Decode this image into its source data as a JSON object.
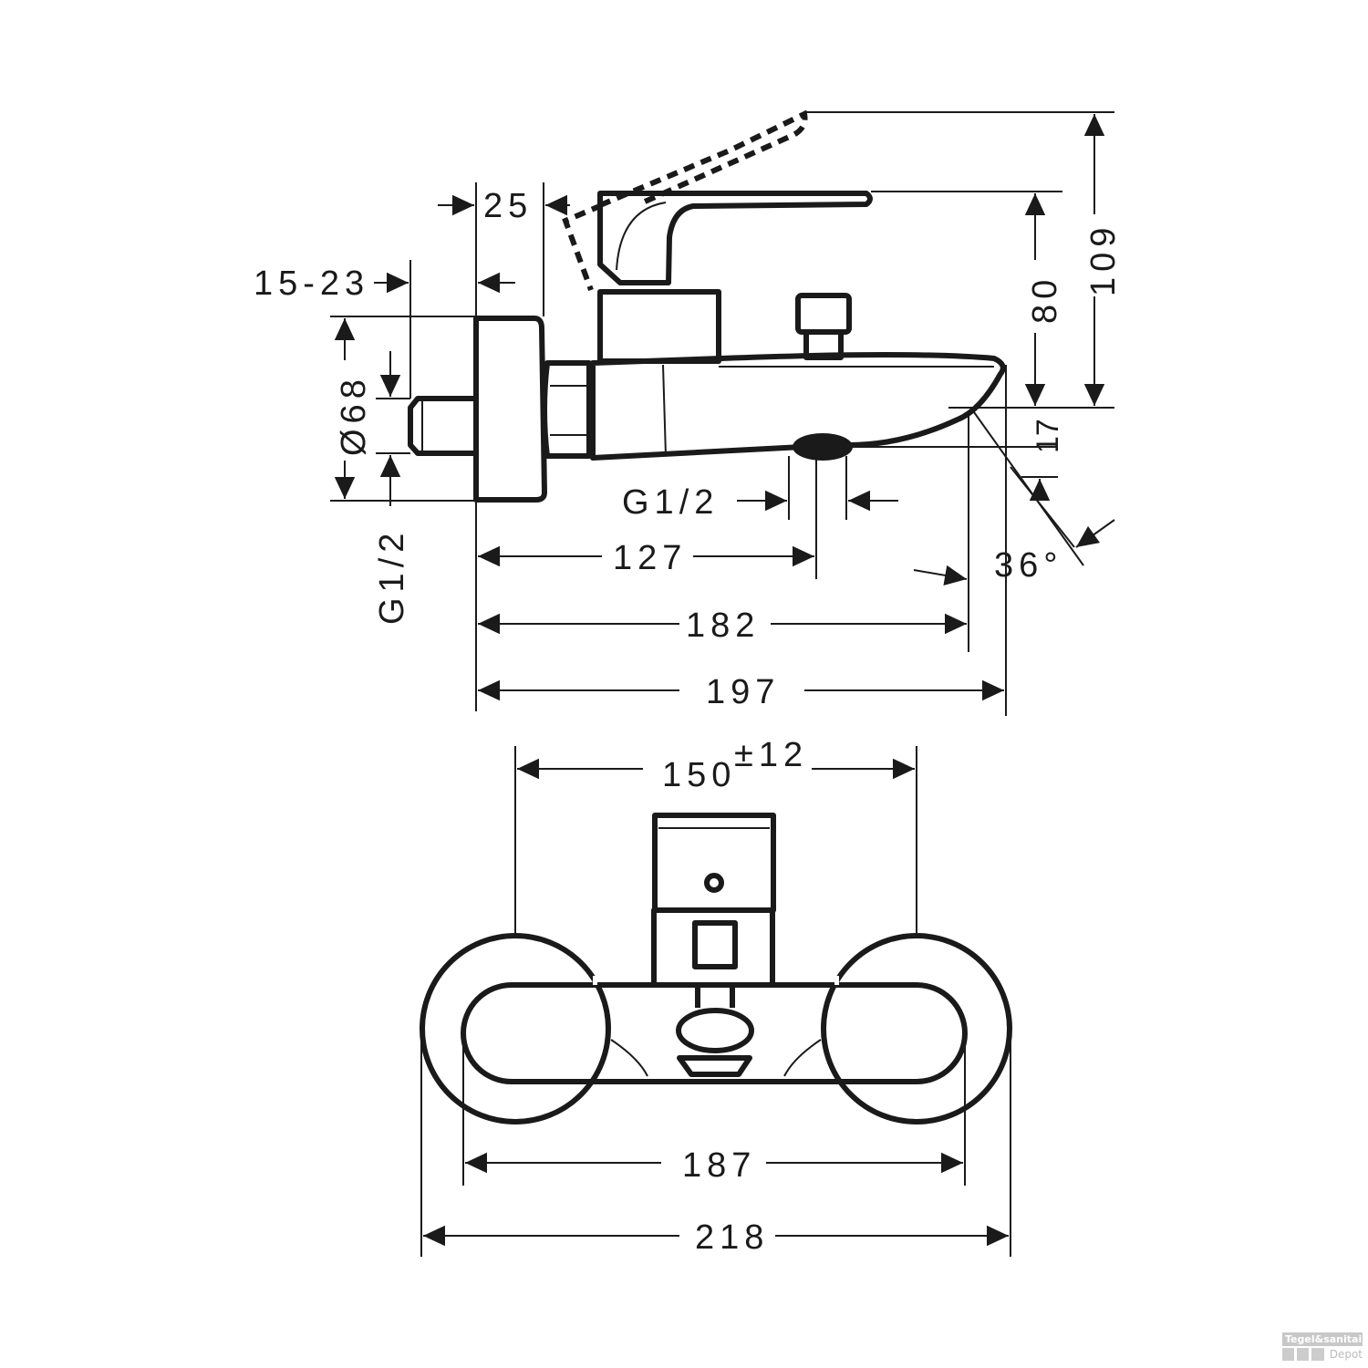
{
  "side_view": {
    "dim_25": "25",
    "dim_15_23": "15-23",
    "dim_dia68": "Ø68",
    "dim_g12_inlet": "G1/2",
    "dim_g12_outlet": "G1/2",
    "dim_127": "127",
    "dim_182": "182",
    "dim_197": "197",
    "dim_80": "80",
    "dim_109": "109",
    "dim_17": "17",
    "angle_36": "36°"
  },
  "front_view": {
    "dim_150": "150",
    "dim_150_tol": "±12",
    "dim_187": "187",
    "dim_218": "218"
  },
  "watermark": {
    "line1": "Tegel&sanitair",
    "line2": "Depot"
  }
}
